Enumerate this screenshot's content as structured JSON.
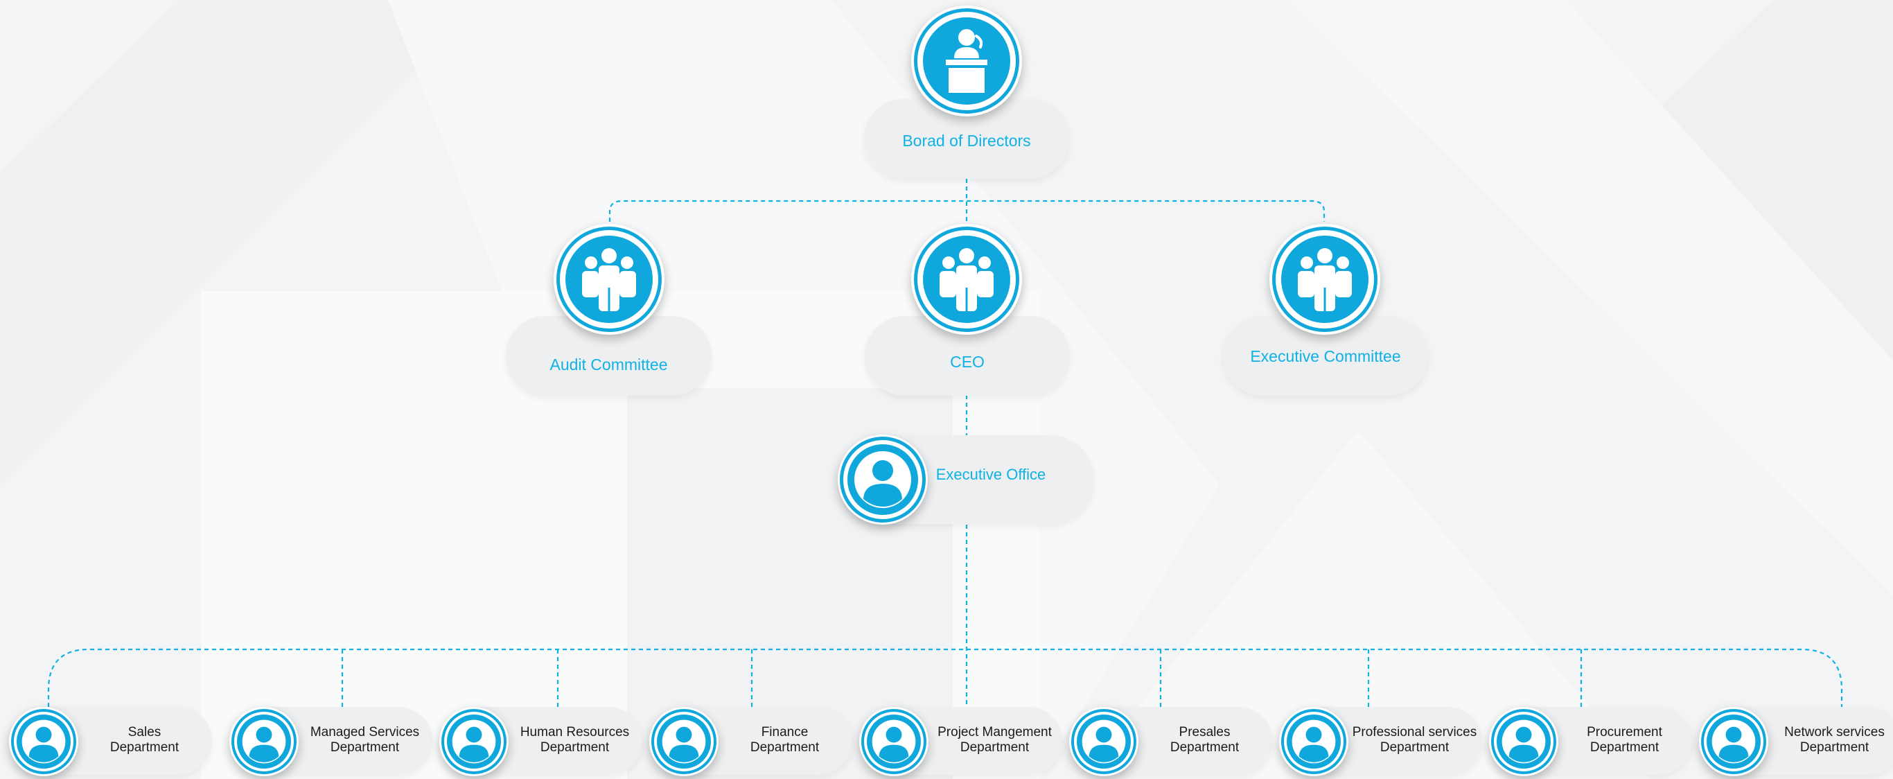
{
  "colors": {
    "accent": "#10b2e4",
    "ring": "#10a8dc",
    "pill": "#edeff0",
    "text_dark": "#1b1b1b"
  },
  "board": {
    "label": "Borad of Directors",
    "icon": "podium-speaker-icon"
  },
  "level2": [
    {
      "key": "audit",
      "label": "Audit Committee",
      "icon": "group-icon"
    },
    {
      "key": "ceo",
      "label": "CEO",
      "icon": "group-icon"
    },
    {
      "key": "executive-committee",
      "label": "Executive Committee",
      "icon": "group-icon"
    }
  ],
  "executive_office": {
    "label": "Executive Office",
    "icon": "person-icon"
  },
  "departments": [
    {
      "label": "Sales\nDepartment",
      "icon": "person-icon"
    },
    {
      "label": "Managed Services\nDepartment",
      "icon": "person-icon"
    },
    {
      "label": "Human Resources\nDepartment",
      "icon": "person-icon"
    },
    {
      "label": "Finance\nDepartment",
      "icon": "person-icon"
    },
    {
      "label": "Project Mangement\nDepartment",
      "icon": "person-icon"
    },
    {
      "label": "Presales\nDepartment",
      "icon": "person-icon"
    },
    {
      "label": "Professional services\nDepartment",
      "icon": "person-icon"
    },
    {
      "label": "Procurement\nDepartment",
      "icon": "person-icon"
    },
    {
      "label": "Network services\nDepartment",
      "icon": "person-icon"
    }
  ]
}
